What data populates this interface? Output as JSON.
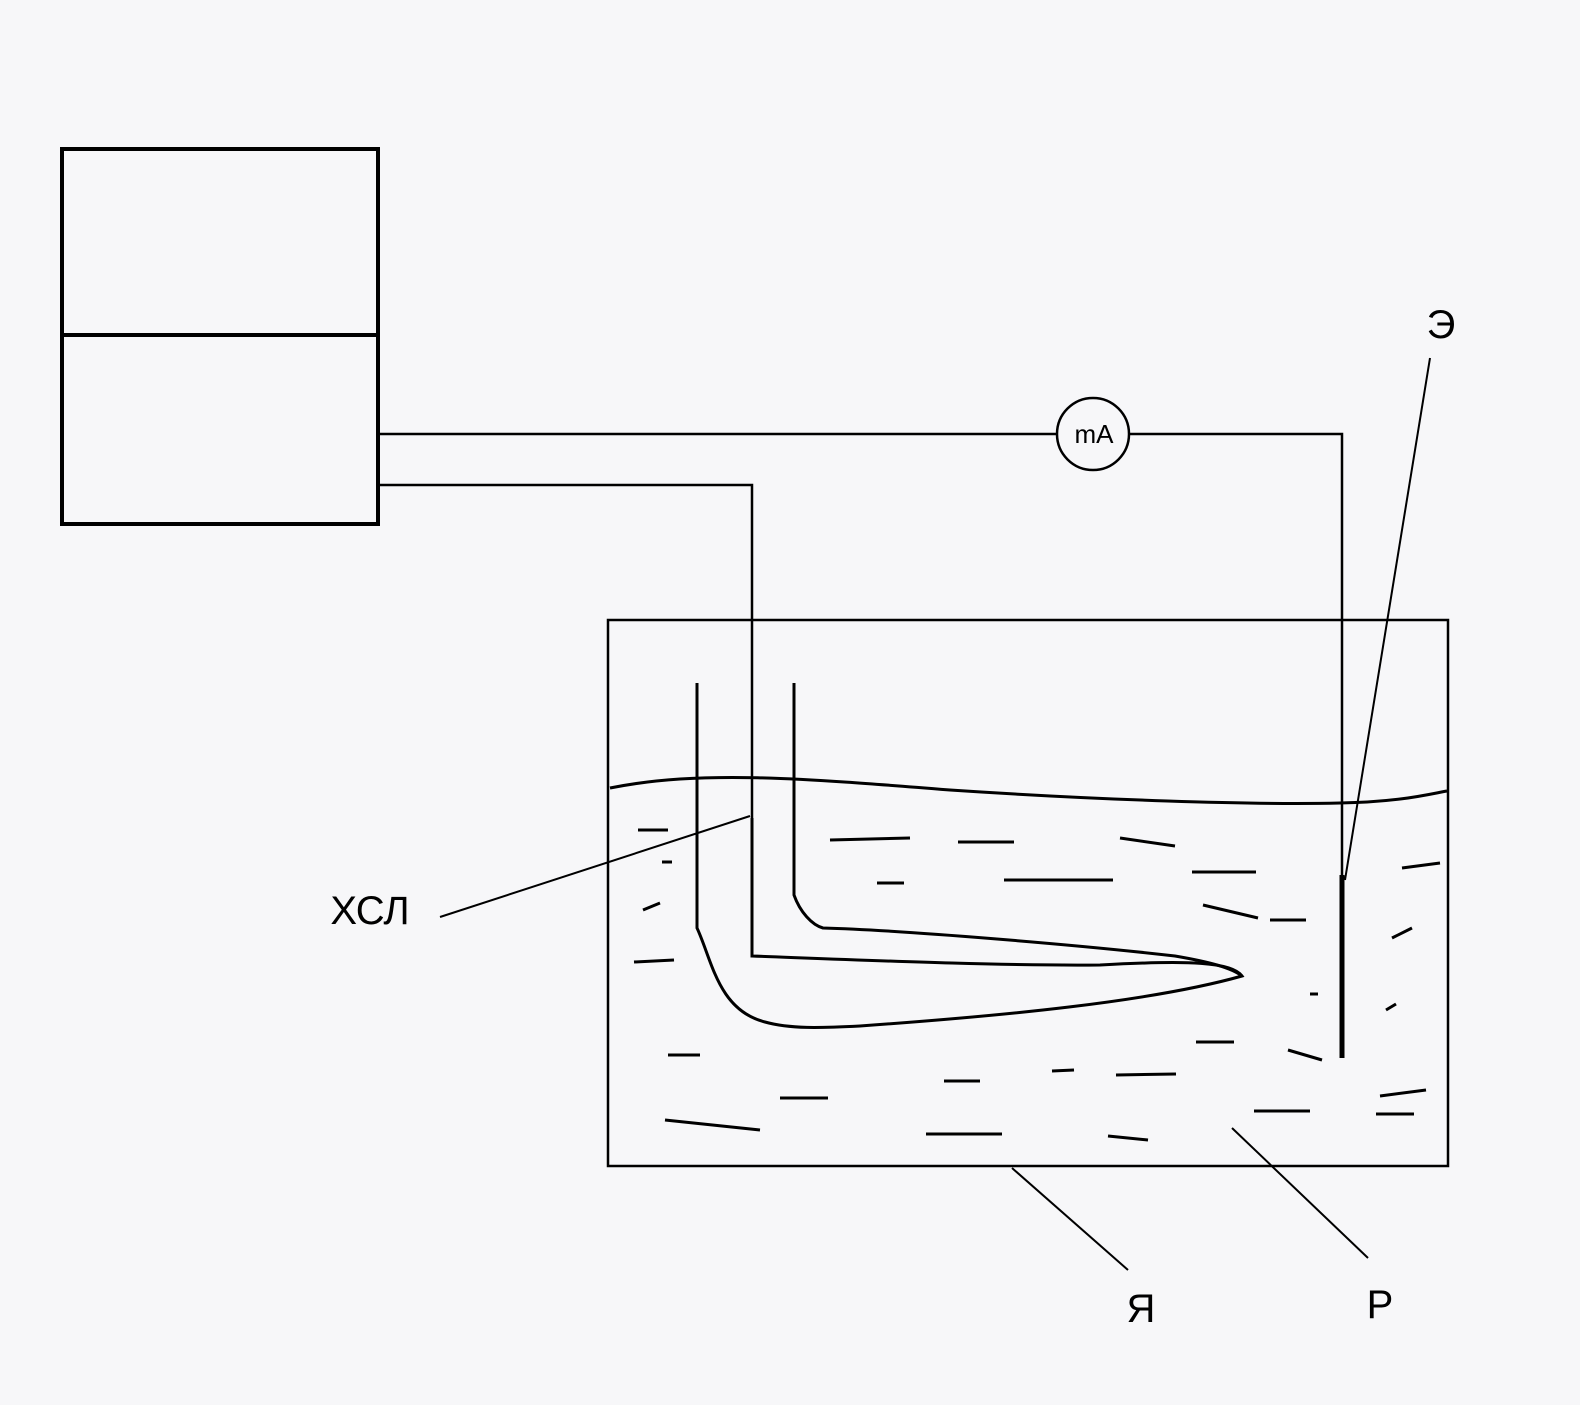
{
  "diagram": {
    "labels": {
      "meter": "mA",
      "electrode": "Э",
      "sample": "ХСЛ",
      "bath": "Я",
      "solution": "Р"
    },
    "colors": {
      "background": "#f7f7f9",
      "ink": "#000000"
    }
  }
}
